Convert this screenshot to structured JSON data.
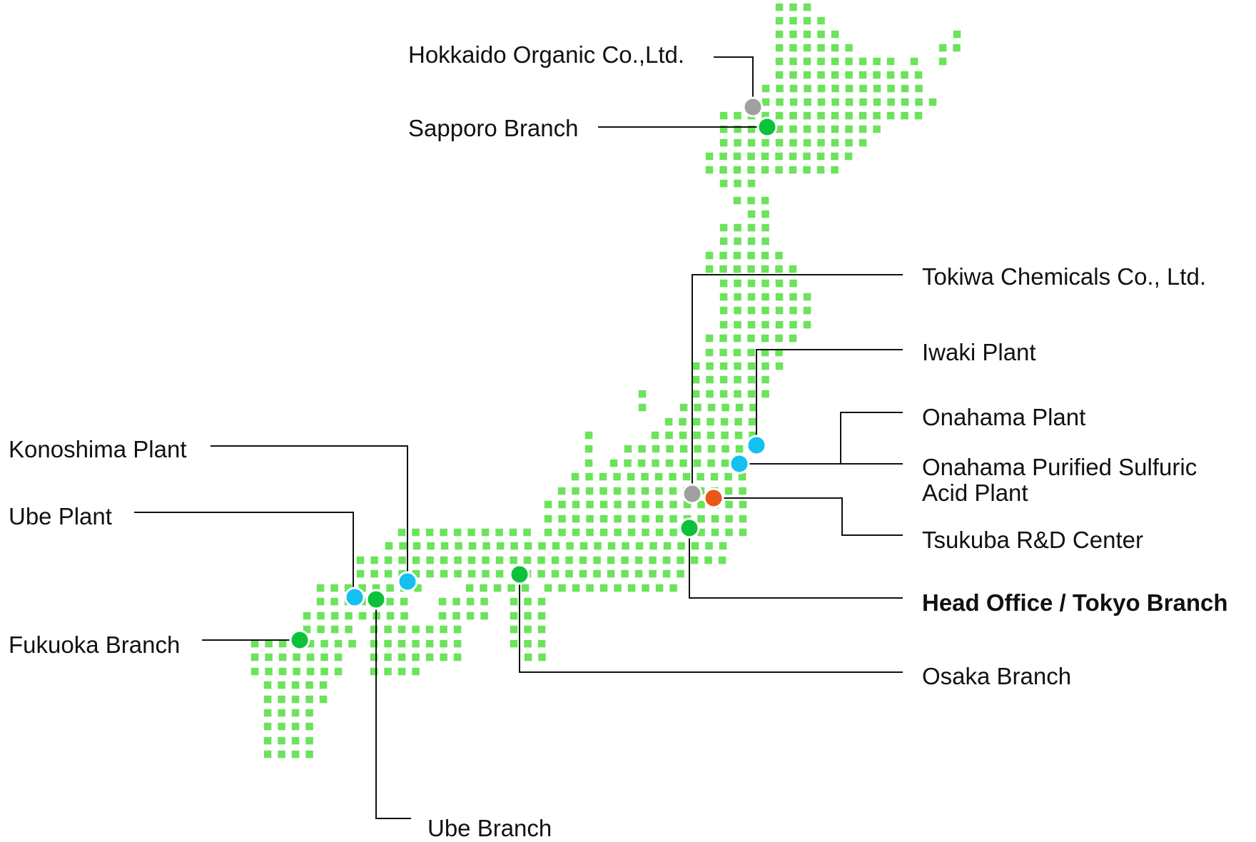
{
  "map": {
    "land_color": "#6be35a",
    "marker_colors": {
      "branch": "#0cc23a",
      "plant": "#14c0f0",
      "affiliate": "#a0a0a0",
      "rnd": "#e8581a"
    }
  },
  "locations": [
    {
      "id": "hokkaido-organic",
      "label": "Hokkaido Organic Co.,Ltd.",
      "category": "affiliate",
      "bold": false
    },
    {
      "id": "sapporo-branch",
      "label": "Sapporo Branch",
      "category": "branch",
      "bold": false
    },
    {
      "id": "tokiwa-chemicals",
      "label": "Tokiwa Chemicals Co., Ltd.",
      "category": "affiliate",
      "bold": false
    },
    {
      "id": "iwaki-plant",
      "label": "Iwaki Plant",
      "category": "plant",
      "bold": false
    },
    {
      "id": "onahama-plant",
      "label": "Onahama Plant",
      "category": "plant",
      "bold": false
    },
    {
      "id": "onahama-sulfuric",
      "label": "Onahama Purified Sulfuric Acid Plant",
      "label_lines": [
        "Onahama Purified Sulfuric",
        "Acid Plant"
      ],
      "category": "plant",
      "bold": false
    },
    {
      "id": "tsukuba-rnd",
      "label": "Tsukuba R&D Center",
      "category": "rnd",
      "bold": false
    },
    {
      "id": "head-office",
      "label": "Head Office / Tokyo Branch",
      "category": "branch",
      "bold": true
    },
    {
      "id": "osaka-branch",
      "label": "Osaka Branch",
      "category": "branch",
      "bold": false
    },
    {
      "id": "konoshima-plant",
      "label": "Konoshima Plant",
      "category": "plant",
      "bold": false
    },
    {
      "id": "ube-plant",
      "label": "Ube Plant",
      "category": "plant",
      "bold": false
    },
    {
      "id": "fukuoka-branch",
      "label": "Fukuoka Branch",
      "category": "branch",
      "bold": false
    },
    {
      "id": "ube-branch",
      "label": "Ube Branch",
      "category": "branch",
      "bold": false
    }
  ]
}
